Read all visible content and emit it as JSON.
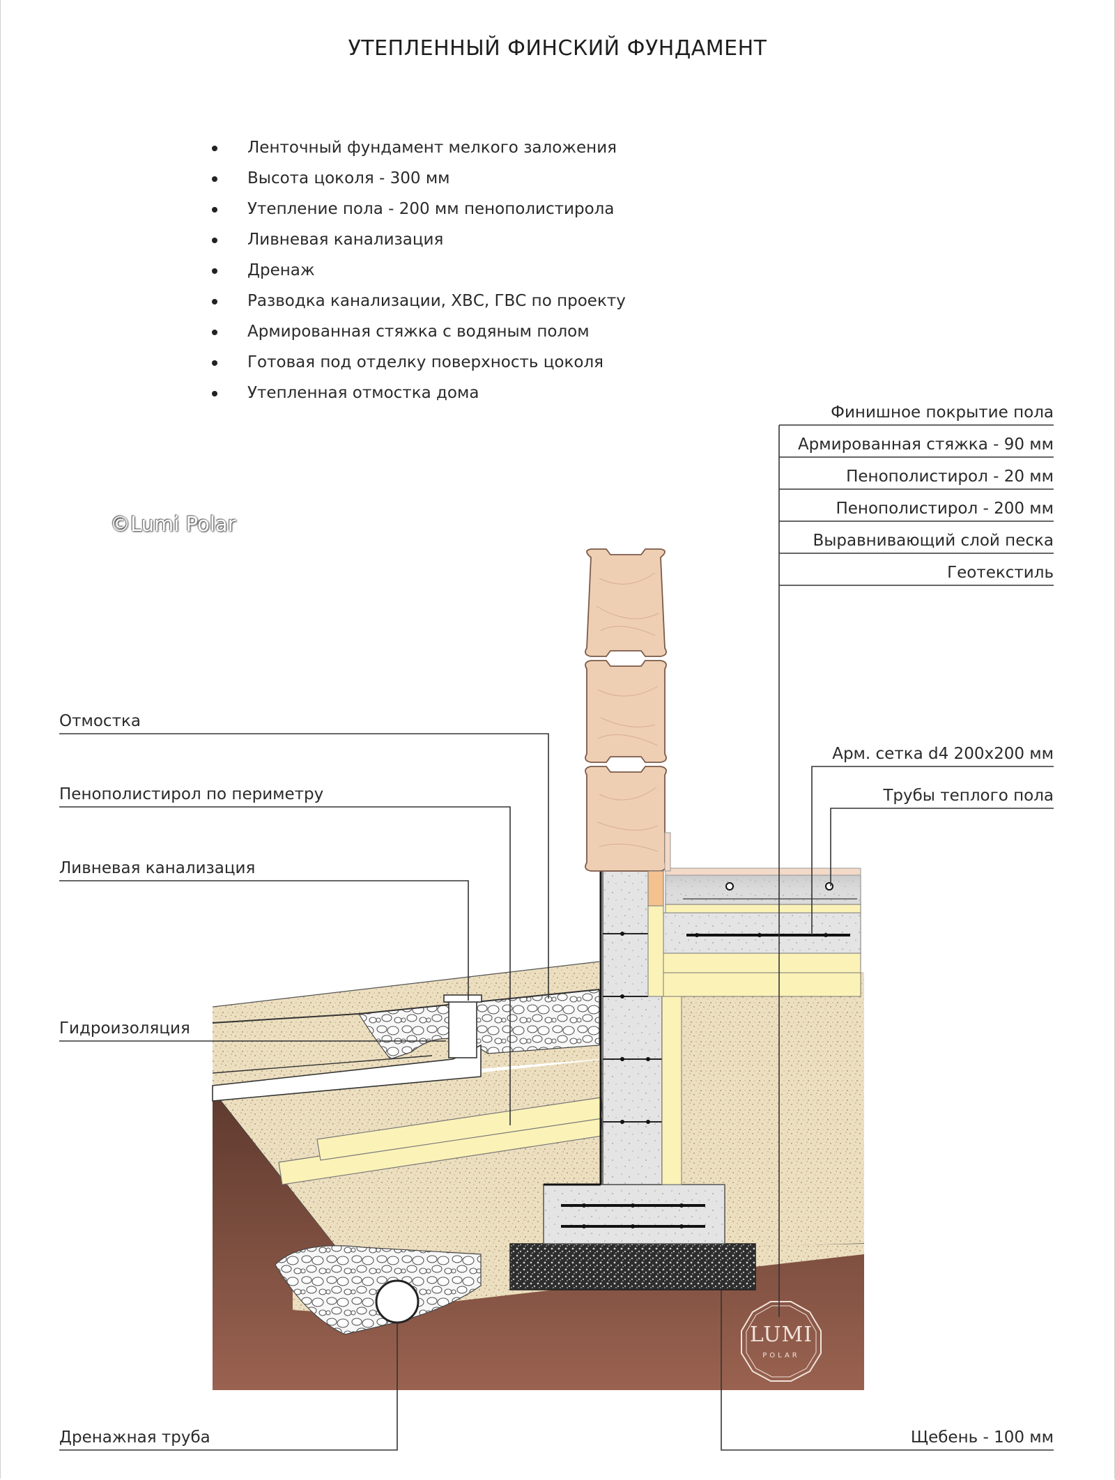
{
  "title": "УТЕПЛЕННЫЙ ФИНСКИЙ ФУНДАМЕНТ",
  "features": [
    "Ленточный фундамент мелкого заложения",
    "Высота цоколя - 300 мм",
    "Утепление пола - 200 мм пенополистирола",
    "Ливневая канализация",
    "Дренаж",
    "Разводка канализации, ХВС, ГВС по проекту",
    "Армированная стяжка с водяным полом",
    "Готовая под отделку поверхность цоколя",
    "Утепленная отмостка дома"
  ],
  "floor_layers": [
    "Финишное покрытие пола",
    "Армированная стяжка - 90 мм",
    "Пенополистирол - 20 мм",
    "Пенополистирол - 200 мм",
    "Выравнивающий слой песка",
    "Геотекстиль"
  ],
  "right_labels": {
    "mesh": "Арм. сетка d4 200х200 мм",
    "heating_pipes": "Трубы теплого пола",
    "gravel": "Щебень - 100 мм"
  },
  "left_labels": {
    "blind_area": "Отмостка",
    "perimeter_eps": "Пенополистирол по периметру",
    "storm_drain": "Ливневая канализация",
    "waterproofing": "Гидроизоляция",
    "drain_pipe": "Дренажная труба"
  },
  "copyright": "©Lumi Polar",
  "logo": {
    "top": "LUMI",
    "bottom": "POLAR"
  },
  "colors": {
    "sand": "#ecdfc0",
    "soil": "#8a5442",
    "concrete": "#e6e6e6",
    "eps": "#fbf2b8",
    "timber": "#efcfb4",
    "gravel": "#2c2c2c"
  }
}
